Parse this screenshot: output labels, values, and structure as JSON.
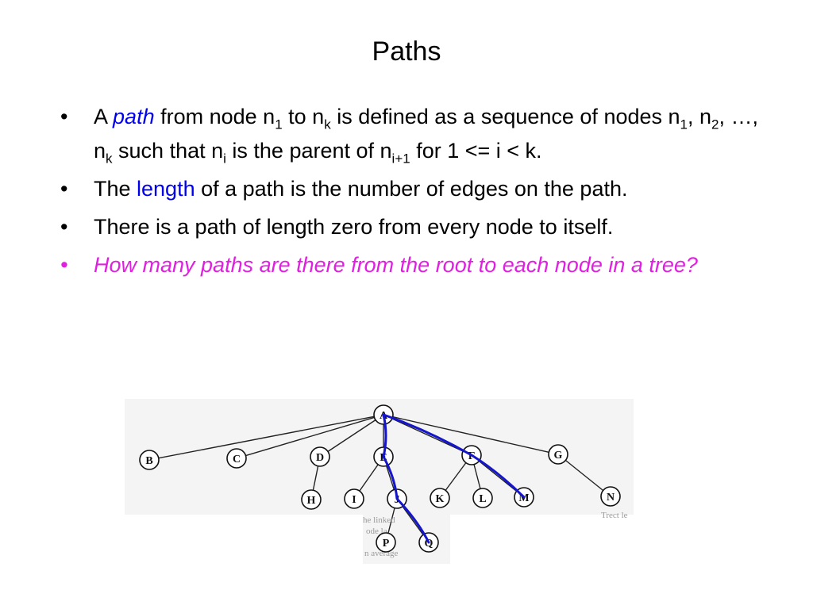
{
  "slide": {
    "title": "Paths",
    "bullet_char": "•",
    "bullets": [
      {
        "a": "A ",
        "b": "path",
        "c": " from node n",
        "d": "1",
        "e": " to n",
        "f": "k",
        "g": " is defined as a sequence of nodes n",
        "h": "1",
        "i": ", n",
        "j": "2",
        "k": ", …, n",
        "l": "k",
        "m": " such that n",
        "n": "i",
        "o": " is the parent of n",
        "p": "i+1",
        "q": " for 1 <= i < k."
      },
      {
        "a": "The ",
        "b": "length",
        "c": " of a path is the number of edges on the path."
      },
      {
        "text": "There is a path of length zero from every node to itself."
      },
      {
        "text": "How many paths are there from the root to each node in a tree?"
      }
    ],
    "colors": {
      "emphasis_blue": "#0000ee",
      "question_magenta": "#e020e0",
      "path_highlight": "#1515cc"
    }
  },
  "tree": {
    "nodes": [
      "A",
      "B",
      "C",
      "D",
      "E",
      "F",
      "G",
      "H",
      "I",
      "J",
      "K",
      "L",
      "M",
      "N",
      "P",
      "Q"
    ],
    "edges": [
      [
        "A",
        "B"
      ],
      [
        "A",
        "C"
      ],
      [
        "A",
        "D"
      ],
      [
        "A",
        "E"
      ],
      [
        "A",
        "F"
      ],
      [
        "A",
        "G"
      ],
      [
        "D",
        "H"
      ],
      [
        "E",
        "I"
      ],
      [
        "E",
        "J"
      ],
      [
        "F",
        "K"
      ],
      [
        "F",
        "L"
      ],
      [
        "F",
        "M"
      ],
      [
        "G",
        "N"
      ],
      [
        "J",
        "P"
      ],
      [
        "J",
        "Q"
      ]
    ],
    "highlighted_paths": [
      [
        "A",
        "E",
        "J",
        "Q"
      ],
      [
        "A",
        "F",
        "M"
      ]
    ],
    "scan_fragments": [
      "he linked",
      "ode la",
      "n average",
      "Trect le"
    ]
  }
}
